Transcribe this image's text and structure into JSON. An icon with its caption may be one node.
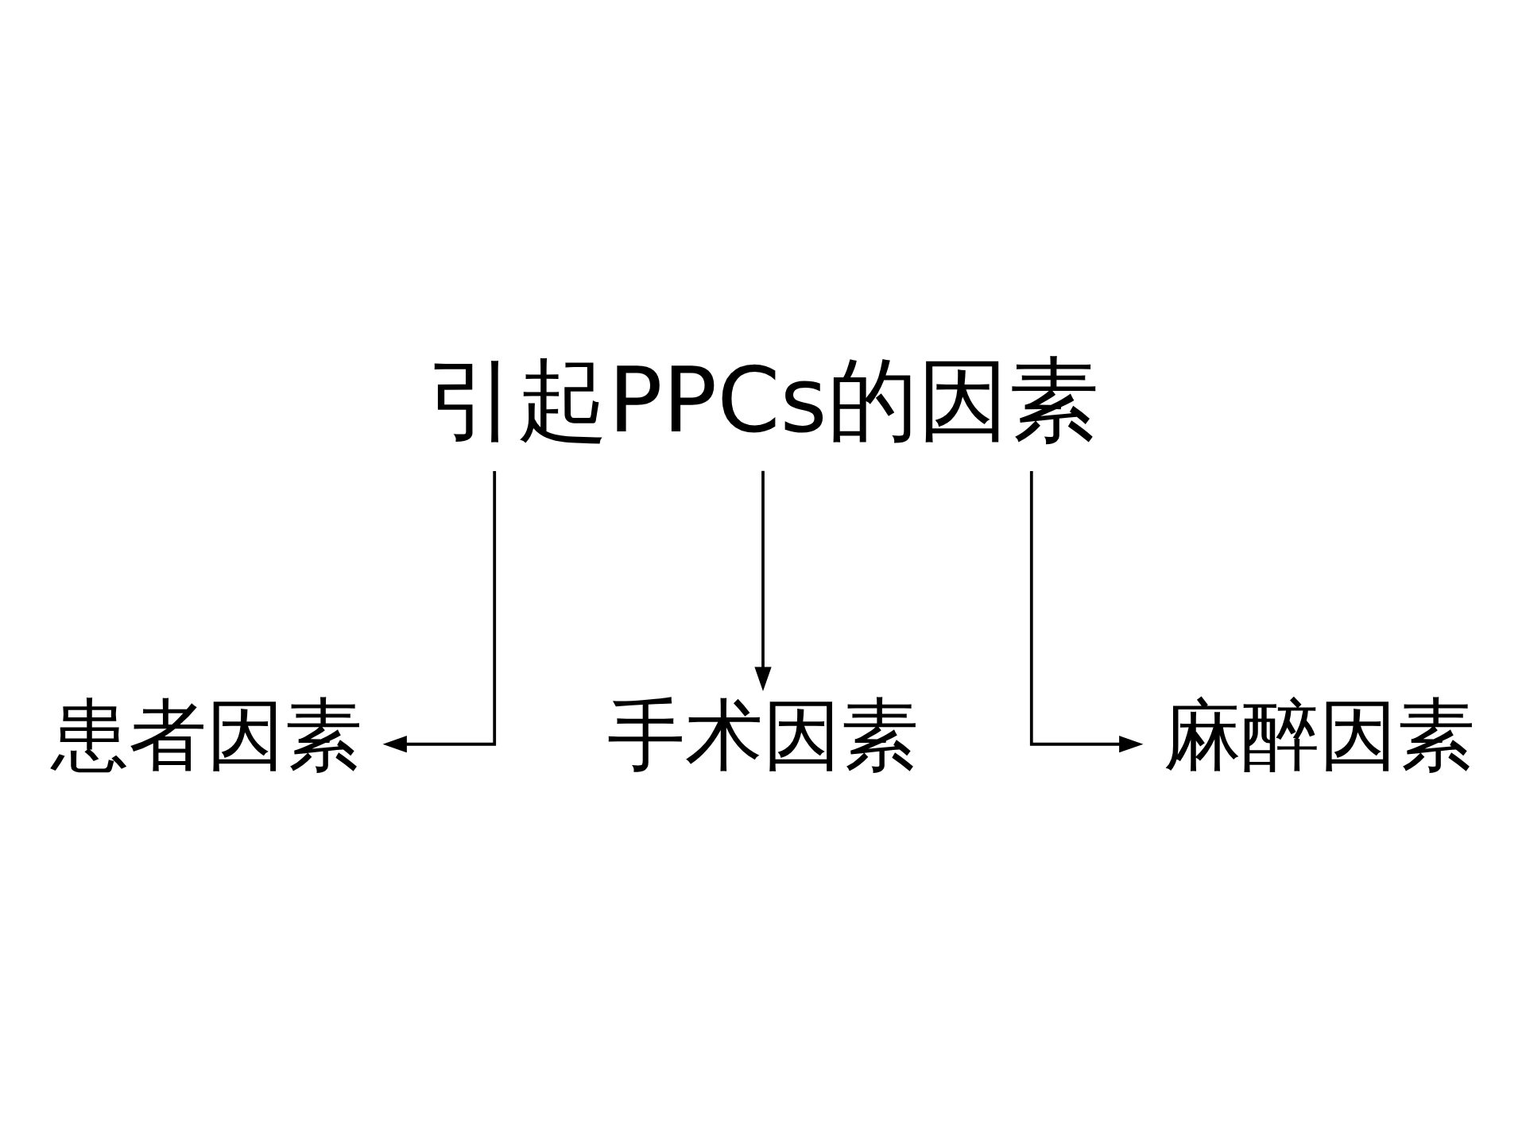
{
  "diagram": {
    "nodes": [
      {
        "text": [
          "引起PPCs的因素"
        ]
      },
      {
        "text": [
          "患者因素"
        ]
      },
      {
        "text": [
          "手术因素"
        ]
      },
      {
        "text": [
          "麻醉因素"
        ]
      }
    ],
    "edges": [
      {
        "from": 0,
        "to": 1,
        "arrow": "to"
      },
      {
        "from": 0,
        "to": 2,
        "arrow": "to"
      },
      {
        "from": 0,
        "to": 3,
        "arrow": "to"
      }
    ]
  }
}
